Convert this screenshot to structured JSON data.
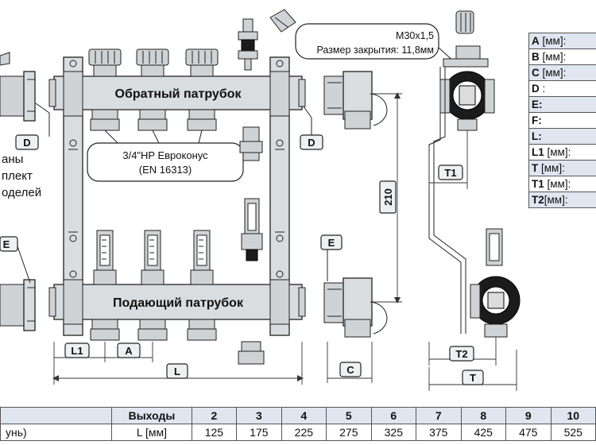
{
  "labels": {
    "return_pipe": "Обратный патрубок",
    "supply_pipe": "Подающий патрубок",
    "connection_line1": "3/4\"HP Евроконус",
    "connection_line2": "(EN 16313)",
    "thread_line1": "M30x1,5",
    "thread_line2": "Размер закрытия: 11,8мм",
    "side_line1": "аны",
    "side_line2": "плект",
    "side_line3": "оделей"
  },
  "dimension_tags": {
    "d_left": "D",
    "d_right": "D",
    "e_left": "E",
    "e_right": "E",
    "l1": "L1",
    "a": "A",
    "l": "L",
    "c": "C",
    "t1": "T1",
    "t2": "T2",
    "t": "T",
    "height_210": "210"
  },
  "spec_table": {
    "rows": [
      {
        "label": "A",
        "unit": " [мм]:"
      },
      {
        "label": "B",
        "unit": " [мм]:"
      },
      {
        "label": "C",
        "unit": " [мм]:"
      },
      {
        "label": "D",
        "unit": " :"
      },
      {
        "label": "E:",
        "unit": ""
      },
      {
        "label": "F:",
        "unit": ""
      },
      {
        "label": "L:",
        "unit": ""
      },
      {
        "label": "L1",
        "unit": " [мм]:"
      },
      {
        "label": "T",
        "unit": " [мм]:"
      },
      {
        "label": "T1",
        "unit": " [мм]:"
      },
      {
        "label": "T2",
        "unit": "[мм]:"
      }
    ]
  },
  "outputs_table": {
    "header_label": "Выходы",
    "row_label_left": "унь)",
    "row_label": "L [мм]",
    "outputs": [
      "2",
      "3",
      "4",
      "5",
      "6",
      "7",
      "8",
      "9",
      "10"
    ],
    "lengths": [
      "125",
      "175",
      "225",
      "275",
      "325",
      "375",
      "425",
      "475",
      "525"
    ]
  }
}
